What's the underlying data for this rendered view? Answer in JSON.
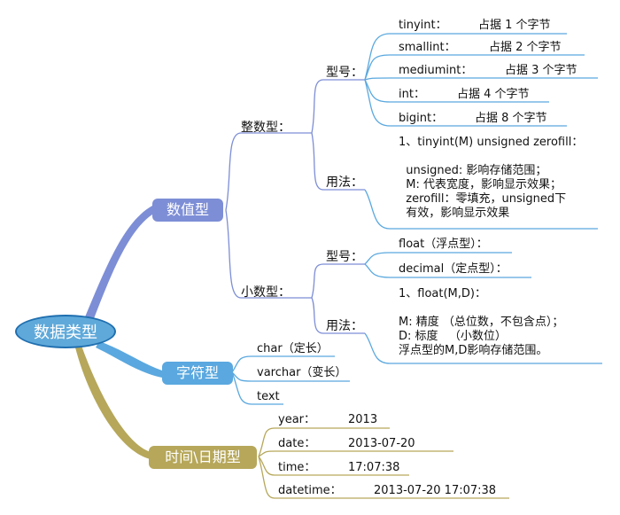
{
  "root": {
    "label": "数据类型"
  },
  "colors": {
    "numeric": "#7d8ed6",
    "string": "#5aa8df",
    "time": "#b6a75a",
    "root_fill": "#5fa9da",
    "root_border": "#1f6fb0"
  },
  "numeric": {
    "label": "数值型",
    "integer": {
      "label": "整数型：",
      "models": {
        "label": "型号：",
        "items": [
          {
            "name": "tinyint：",
            "size": "占据 1 个字节"
          },
          {
            "name": "smallint：",
            "size": "占据 2 个字节"
          },
          {
            "name": "mediumint：",
            "size": "占据 3 个字节"
          },
          {
            "name": "int：",
            "size": "占据 4 个字节"
          },
          {
            "name": "bigint：",
            "size": "占据 8 个字节"
          }
        ]
      },
      "usage": {
        "label": "用法：",
        "text": "1、tinyint(M) unsigned zerofill：\n\n  unsigned: 影响存储范围；\n  M: 代表宽度，影响显示效果；\n  zerofill：零填充，unsigned下\n  有效，影响显示效果"
      }
    },
    "decimal": {
      "label": "小数型：",
      "models": {
        "label": "型号：",
        "items": [
          "float（浮点型）：",
          "decimal（定点型）："
        ]
      },
      "usage": {
        "label": "用法：",
        "text": "1、float(M,D)：\n\nM: 精度 （总位数，不包含点）；\nD: 标度   （小数位）\n浮点型的M,D影响存储范围。"
      }
    }
  },
  "string": {
    "label": "字符型",
    "items": [
      "char（定长）",
      "varchar（变长）",
      "text"
    ]
  },
  "time": {
    "label": "时间\\日期型",
    "items": [
      {
        "name": "year：",
        "example": "2013"
      },
      {
        "name": "date：",
        "example": "2013-07-20"
      },
      {
        "name": "time：",
        "example": "17:07:38"
      },
      {
        "name": "datetime：",
        "example": "2013-07-20 17:07:38"
      }
    ]
  }
}
